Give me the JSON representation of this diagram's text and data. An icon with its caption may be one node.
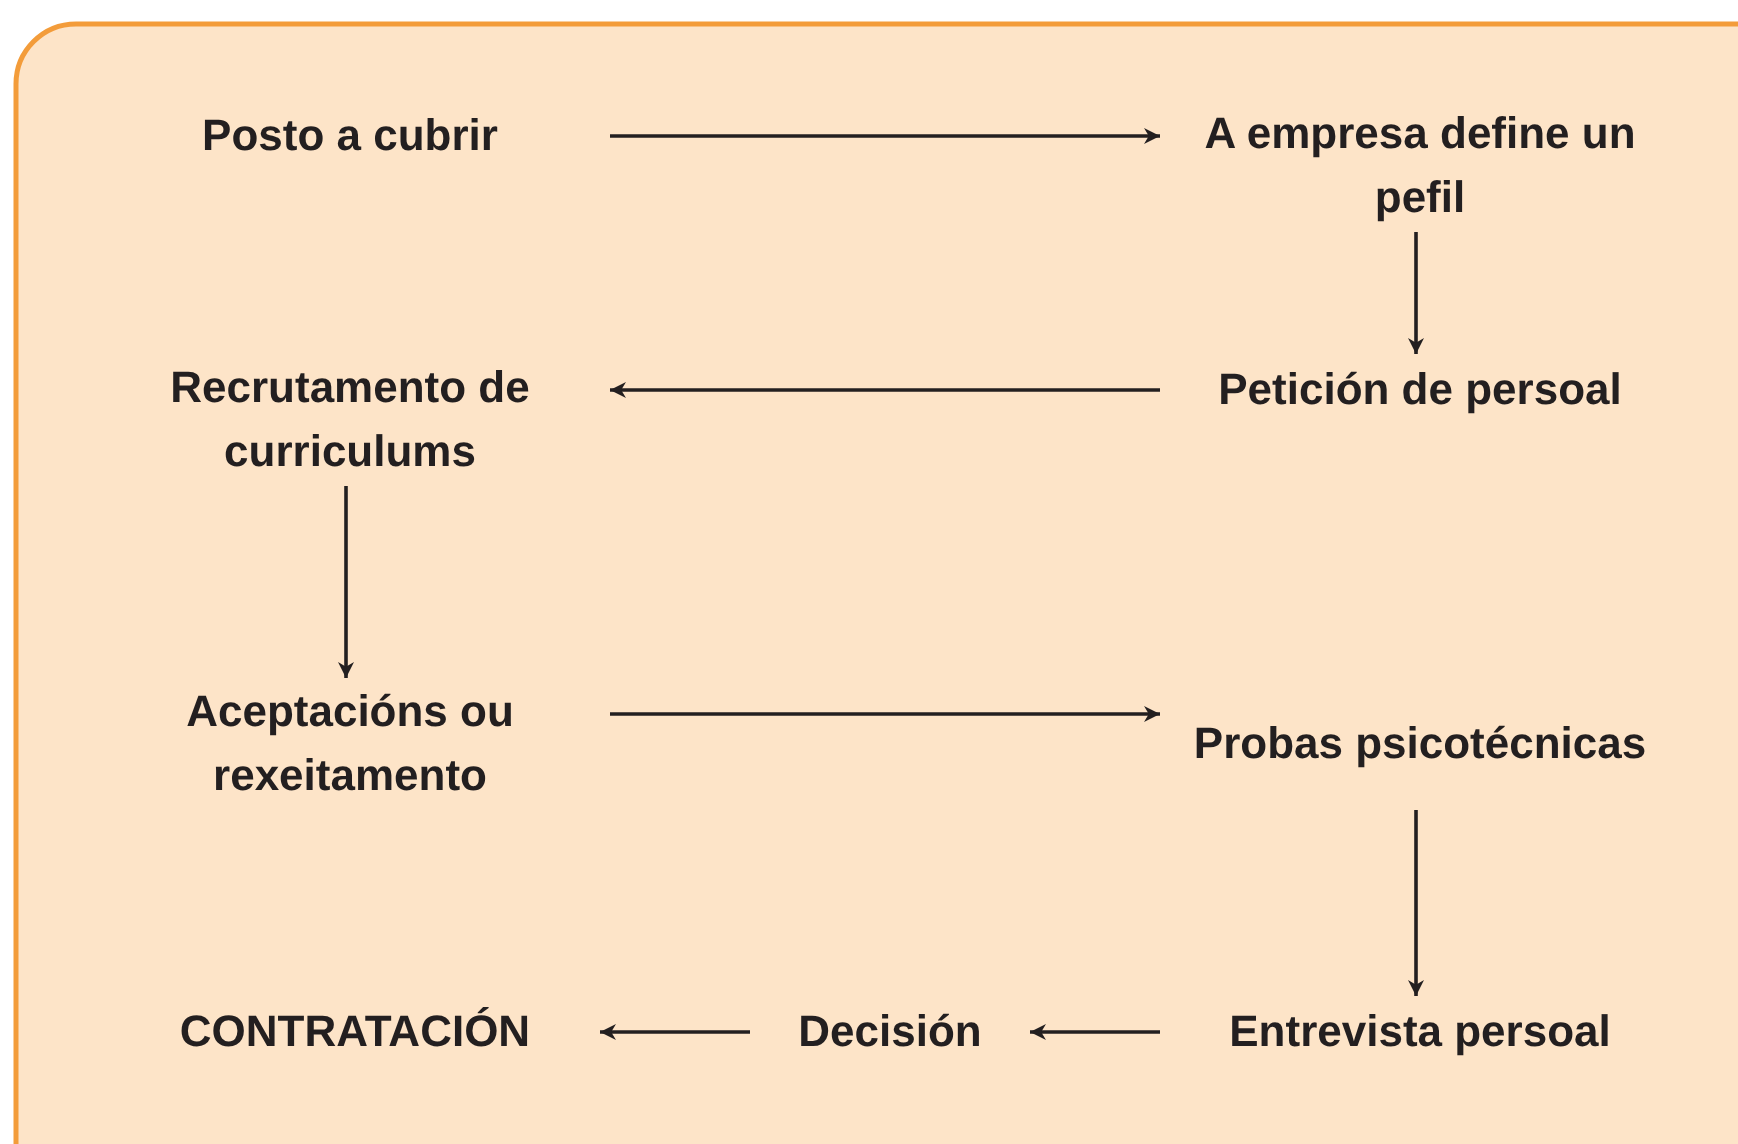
{
  "diagram": {
    "nodes": [
      {
        "text": [
          "Posto a cubrir"
        ]
      },
      {
        "text": [
          "A empresa define un pefil"
        ]
      },
      {
        "text": [
          "Petición de persoal"
        ]
      },
      {
        "text": [
          "Recrutamento de curriculums"
        ]
      },
      {
        "text": [
          "Aceptacións ou rexeitamento"
        ]
      },
      {
        "text": [
          "Probas psicotécnicas"
        ]
      },
      {
        "text": [
          "Entrevista persoal"
        ]
      },
      {
        "text": [
          "Decisión"
        ]
      },
      {
        "text": [
          "CONTRATACIÓN"
        ]
      }
    ],
    "edges": [
      {
        "from": 0,
        "to": 1,
        "arrow": "to"
      },
      {
        "from": 1,
        "to": 2,
        "arrow": "to"
      },
      {
        "from": 2,
        "to": 3,
        "arrow": "to"
      },
      {
        "from": 3,
        "to": 4,
        "arrow": "to"
      },
      {
        "from": 4,
        "to": 5,
        "arrow": "to"
      },
      {
        "from": 5,
        "to": 6,
        "arrow": "to"
      },
      {
        "from": 6,
        "to": 7,
        "arrow": "to"
      },
      {
        "from": 7,
        "to": 8,
        "arrow": "to"
      }
    ]
  }
}
